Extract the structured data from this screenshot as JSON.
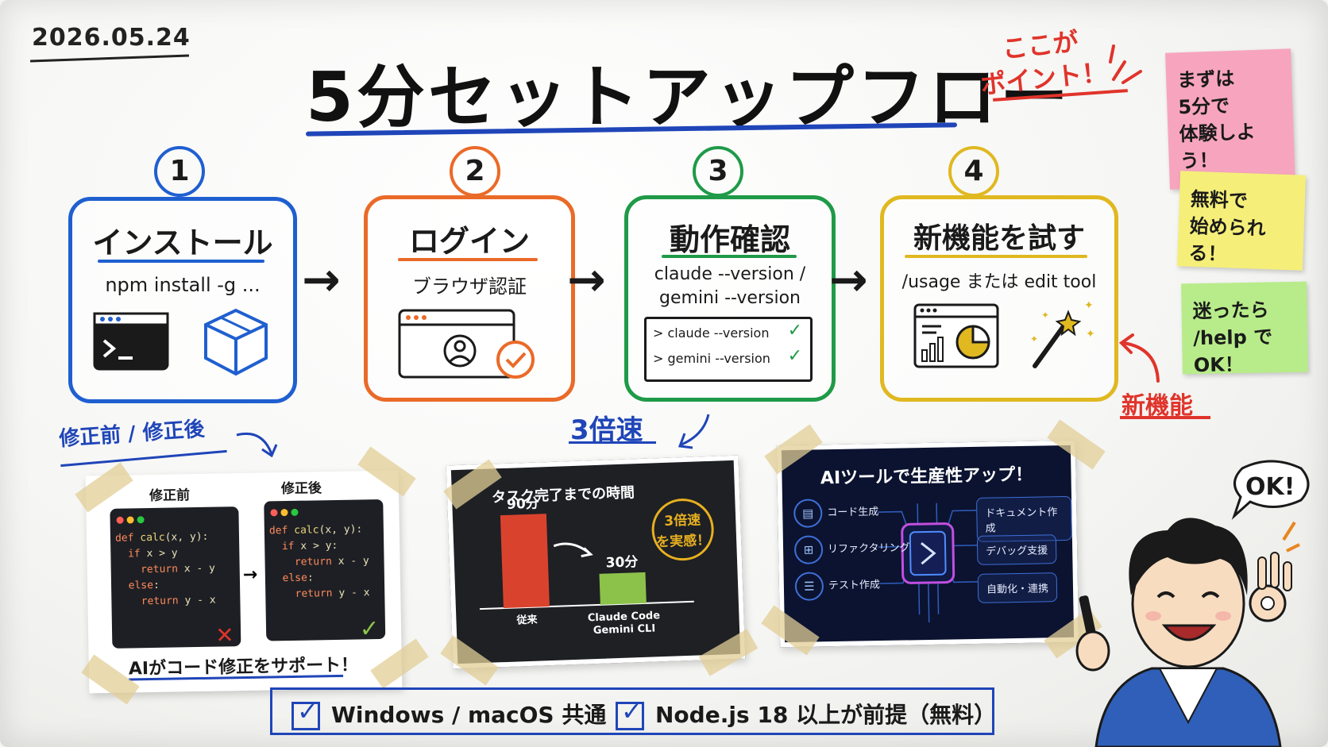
{
  "date": "2026.05.24",
  "title": "5分セットアップフロー",
  "callout": {
    "line1": "ここが",
    "line2": "ポイント！"
  },
  "steps": [
    {
      "num": "1",
      "title": "インストール",
      "sub": "npm install -g ...",
      "color": "#1f5fd0"
    },
    {
      "num": "2",
      "title": "ログイン",
      "sub": "ブラウザ認証",
      "color": "#ea6a28"
    },
    {
      "num": "3",
      "title": "動作確認",
      "sub1": "claude --version /",
      "sub2": "gemini --version",
      "terminal": [
        "> claude --version",
        "> gemini --version"
      ],
      "color": "#1f9a48"
    },
    {
      "num": "4",
      "title": "新機能を試す",
      "sub": "/usage または edit tool",
      "color": "#e0b820"
    }
  ],
  "new_feature_label": "新機能",
  "sticky_notes": [
    {
      "text": [
        "まずは",
        "5分で",
        "体験しよう！"
      ],
      "color": "#f7a5bf"
    },
    {
      "text": [
        "無料で",
        "始められる！"
      ],
      "color": "#f5ef7a"
    },
    {
      "text": [
        "迷ったら",
        "/help でOK！"
      ],
      "color": "#b8ec8a"
    }
  ],
  "before_after": {
    "heading": "修正前 / 修正後",
    "before_label": "修正前",
    "after_label": "修正後",
    "before_code": [
      "def calc(x, y):",
      "  if x > y",
      "    return x - y",
      "  else:",
      "    return y - x"
    ],
    "after_code": [
      "def calc(x, y):",
      "  if x > y:",
      "    return x - y",
      "  else:",
      "    return y - x"
    ],
    "caption": "AIがコード修正をサポート！"
  },
  "speed": {
    "heading": "3倍速",
    "card_title": "タスク完了までの時間",
    "badge": [
      "3倍速",
      "を実感！"
    ]
  },
  "chart_data": {
    "type": "bar",
    "title": "タスク完了までの時間",
    "categories": [
      "従来",
      "Claude Code\nGemini CLI"
    ],
    "category_lines": [
      [
        "従来"
      ],
      [
        "Claude Code",
        "Gemini CLI"
      ]
    ],
    "values": [
      90,
      30
    ],
    "value_labels": [
      "90分",
      "30分"
    ],
    "colors": [
      "#d9432e",
      "#8cc24a"
    ],
    "ylim": [
      0,
      100
    ]
  },
  "ai_panel": {
    "title": "AIツールで生産性アップ！",
    "left": [
      "コード生成",
      "リファクタリング",
      "テスト作成"
    ],
    "right": [
      "ドキュメント作成",
      "デバッグ支援",
      "自動化・連携"
    ]
  },
  "speech": "OK!",
  "bottom": [
    "Windows / macOS 共通",
    "Node.js 18 以上が前提（無料）"
  ],
  "colors": {
    "blue": "#1f45b8",
    "red": "#e0342b"
  }
}
